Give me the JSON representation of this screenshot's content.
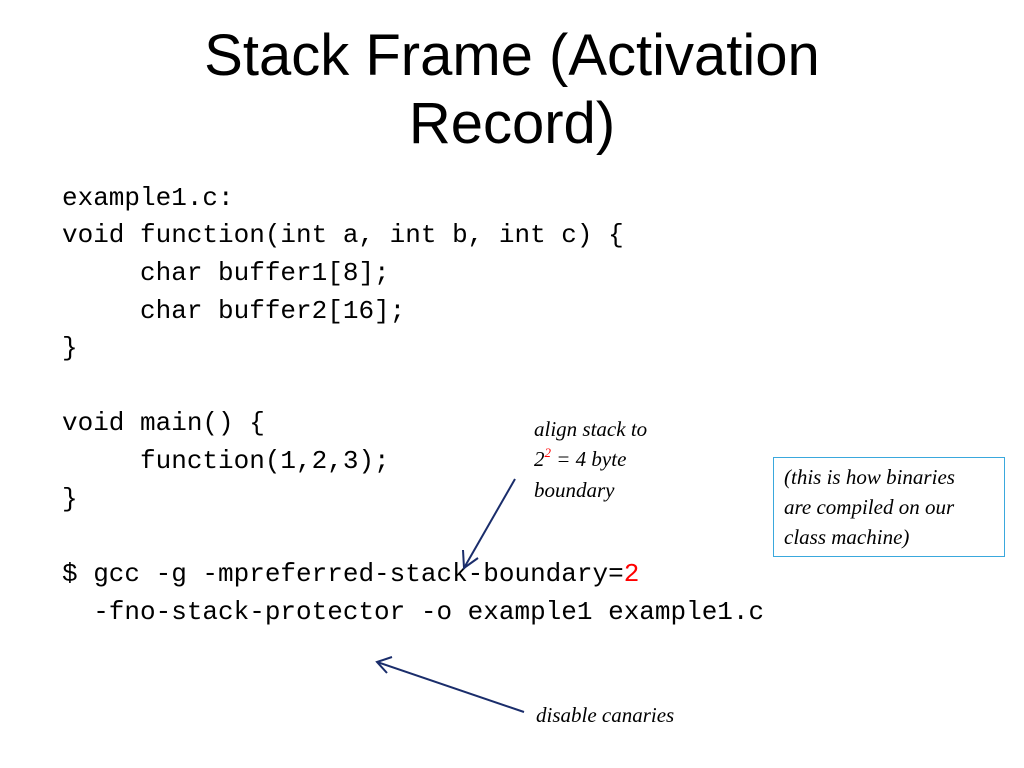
{
  "title": {
    "line1": "Stack Frame (Activation",
    "line2": "Record)"
  },
  "code": {
    "filename": "example1.c:",
    "func_sig": "void function(int a, int b, int c) {",
    "decl1": "     char buffer1[8];",
    "decl2": "     char buffer2[16];",
    "close1": "}",
    "main_sig": "void main() {",
    "call": "     function(1,2,3);",
    "close2": "}",
    "gcc_prefix": "$ gcc -g -mpreferred-stack-boundary=",
    "gcc_value": "2",
    "gcc_line2": "  -fno-stack-protector -o example1 example1.c"
  },
  "annotations": {
    "align_line1": "align stack to",
    "align_base": "2",
    "align_exp": "2",
    "align_rest": " = 4 byte",
    "align_line3": "boundary",
    "canaries": "disable canaries",
    "binaries_line1": "(this is how binaries",
    "binaries_line2": "are compiled on our",
    "binaries_line3": "class machine)"
  },
  "colors": {
    "accent": "#ff0000",
    "arrow": "#1a2d6b",
    "box_border": "#3aa8dd"
  }
}
